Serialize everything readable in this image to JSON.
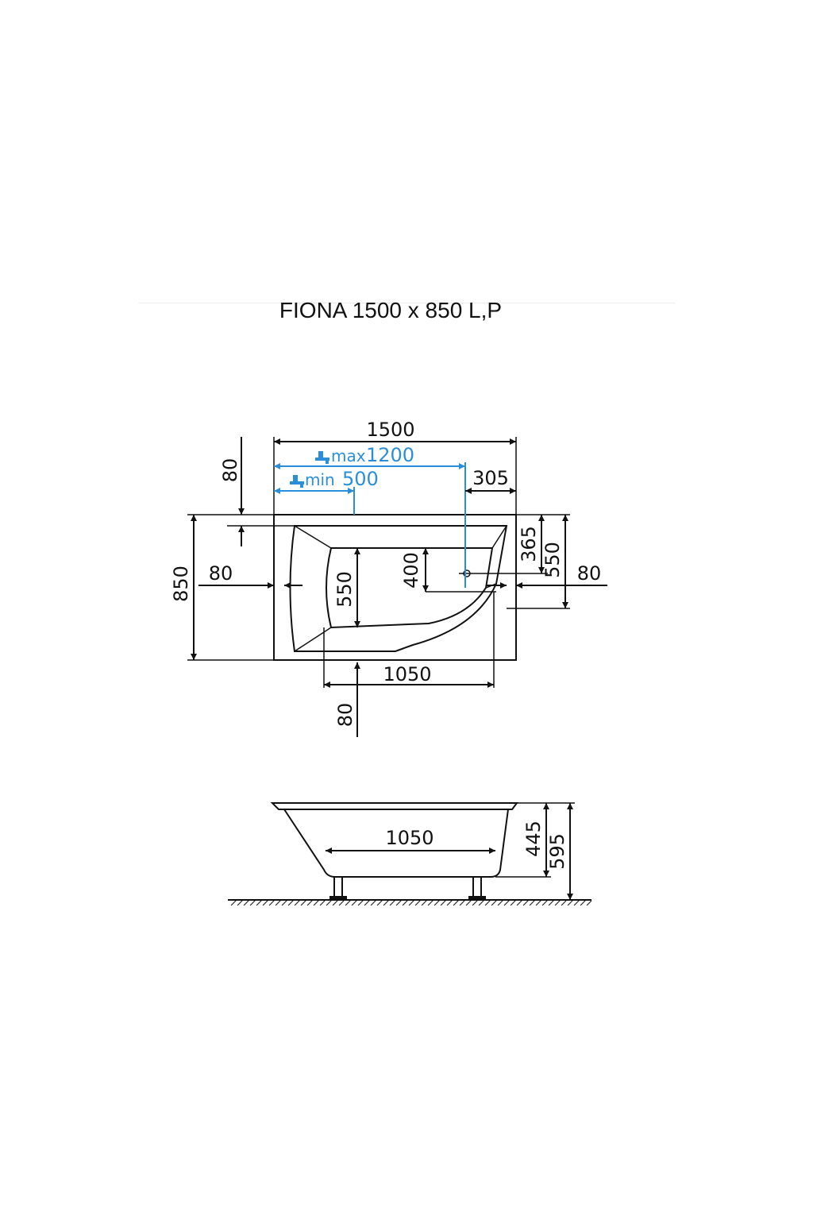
{
  "title": "FIONA 1500 x 850 L,P",
  "colors": {
    "line": "#111111",
    "accent": "#2a8fd8"
  },
  "top_view": {
    "total_width": "1500",
    "max_label": "max",
    "max_value": "1200",
    "min_label": "min",
    "min_value": "500",
    "right_offset": "305",
    "top_offset": "80",
    "height": "850",
    "left_rim": "80",
    "inner_depth": "550",
    "drain_depth": "400",
    "drain_from_top": "365",
    "right_depth": "550",
    "right_rim": "80",
    "inner_length": "1050",
    "bottom_rim": "80"
  },
  "side_view": {
    "inner_length": "1050",
    "depth": "445",
    "total_height": "595"
  }
}
